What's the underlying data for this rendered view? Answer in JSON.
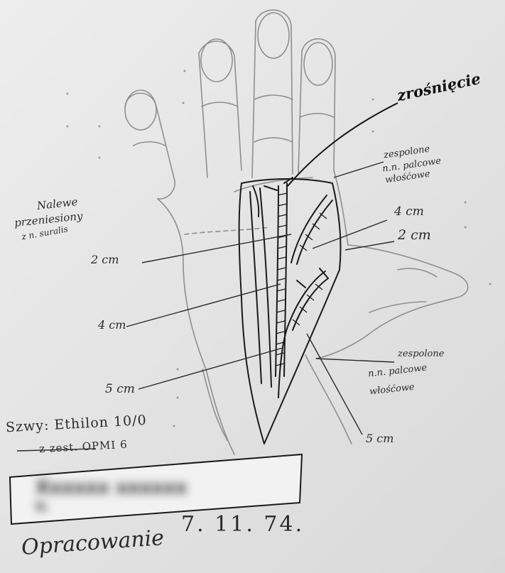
{
  "labels": {
    "top_right": "zrośnięcie",
    "zespolone_top_l1": "zespolone",
    "zespolone_top_l2": "n.n. palcowe",
    "zespolone_top_l3": "włośćowe",
    "four_cm_right": "4 cm",
    "two_cm_right": "2 cm",
    "left_side_l1": "Nalewe",
    "left_side_l2": "przeniesiony",
    "left_side_l3": "z n. suralis",
    "two_cm_left": "2 cm",
    "four_cm_left": "4 cm",
    "five_cm_left": "5 cm",
    "zespolone_bottom_l1": "zespolone",
    "zespolone_bottom_l2": "n.n. palcowe",
    "zespolone_bottom_l3": "włośćowe",
    "five_cm_right": "5 cm",
    "sutures_l1": "Szwy: Ethilon 10/0",
    "sutures_l2": "z zest. OPMI 6",
    "redacted_name": "Xxxxxx xxxxxx",
    "redacted_line2": "N.",
    "date": "7. 11. 74.",
    "author": "Opracowanie"
  },
  "colors": {
    "pencil": "#8a8a8a",
    "ink": "#1a1a1a",
    "paper": "#e6e6e6"
  }
}
